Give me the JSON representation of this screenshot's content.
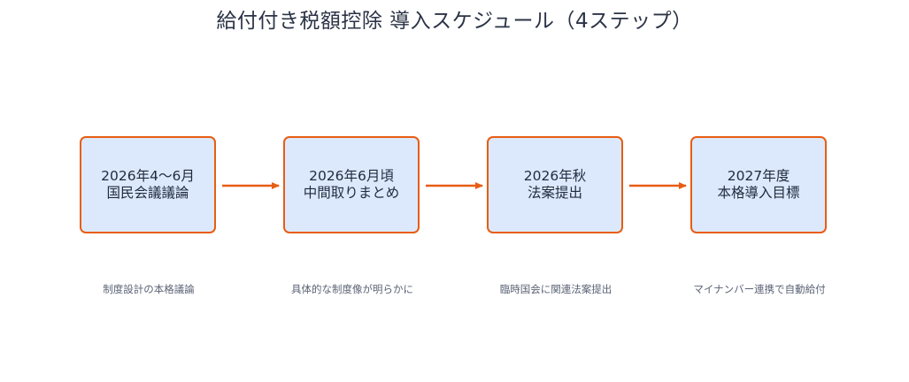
{
  "title": "給付付き税額控除 導入スケジュール（4ステップ）",
  "colors": {
    "box_fill": "#dce9fd",
    "box_border": "#e85d12",
    "arrow": "#e85d12",
    "title_text": "#2b3346",
    "note_text": "#5a6375"
  },
  "steps": [
    {
      "line1": "2026年4～6月",
      "line2": "国民会議議論",
      "note": "制度設計の本格議論"
    },
    {
      "line1": "2026年6月頃",
      "line2": "中間取りまとめ",
      "note": "具体的な制度像が明らかに"
    },
    {
      "line1": "2026年秋",
      "line2": "法案提出",
      "note": "臨時国会に関連法案提出"
    },
    {
      "line1": "2027年度",
      "line2": "本格導入目標",
      "note": "マイナンバー連携で自動給付"
    }
  ]
}
